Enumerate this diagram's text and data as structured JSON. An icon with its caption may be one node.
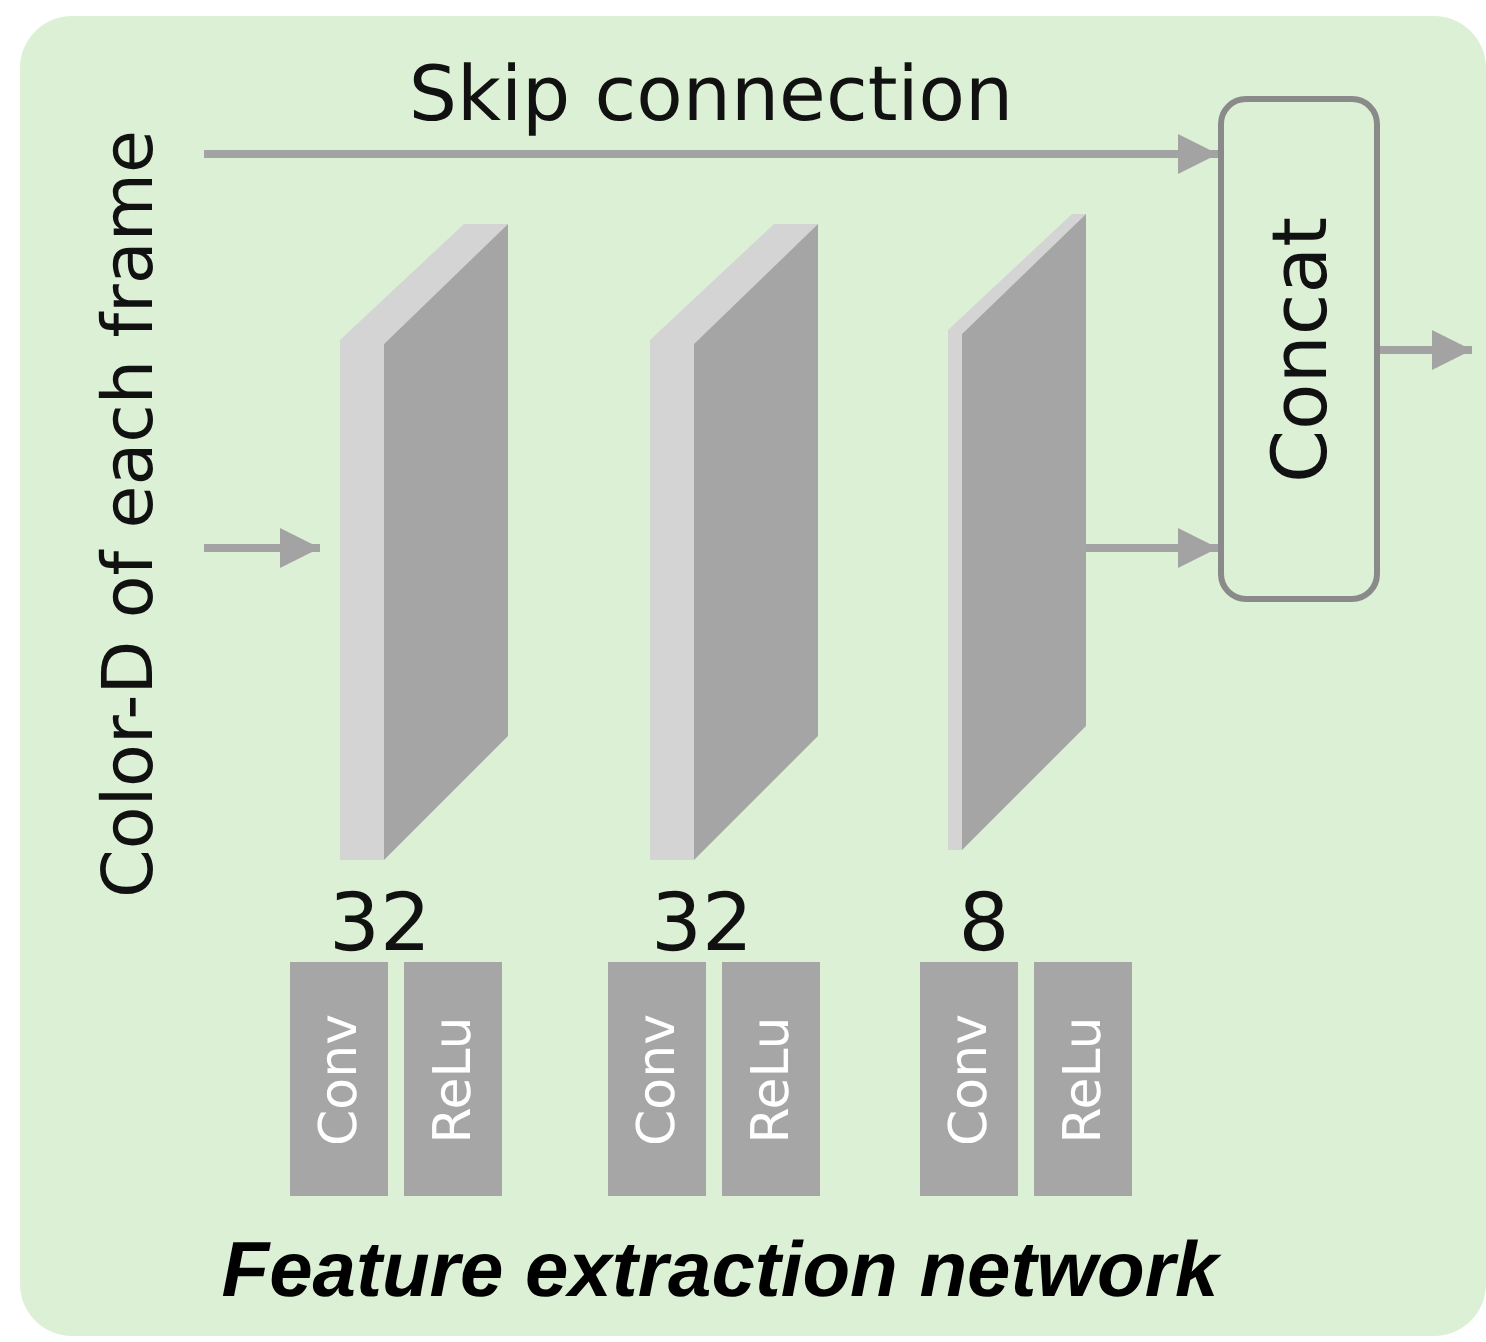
{
  "diagram": {
    "nodes": [
      {
        "text": [
          "Feature extraction network"
        ]
      },
      {
        "text": [
          "Color-D of each frame"
        ],
        "in": 0
      },
      {
        "text": [],
        "shape": "box",
        "in": 0,
        "beside": [
          "32"
        ]
      },
      {
        "text": [],
        "shape": "box",
        "in": 0,
        "beside": [
          "32"
        ]
      },
      {
        "text": [],
        "shape": "box",
        "in": 0,
        "beside": [
          "8"
        ]
      },
      {
        "text": [
          "Conv"
        ],
        "in": 0
      },
      {
        "text": [
          "ReLu"
        ],
        "in": 0
      },
      {
        "text": [
          "Conv"
        ],
        "in": 0
      },
      {
        "text": [
          "ReLu"
        ],
        "in": 0
      },
      {
        "text": [
          "Conv"
        ],
        "in": 0
      },
      {
        "text": [
          "ReLu"
        ],
        "in": 0
      },
      {
        "text": [
          "Concat"
        ],
        "in": 0
      }
    ],
    "edges": [
      {
        "from": 1,
        "to": 11,
        "arrow": "to",
        "label": "Skip connection"
      },
      {
        "from": 1,
        "to": 2,
        "arrow": "to"
      },
      {
        "from": 4,
        "to": 11,
        "arrow": "to"
      },
      {
        "from": 11,
        "to": null,
        "arrow": "to"
      }
    ]
  }
}
